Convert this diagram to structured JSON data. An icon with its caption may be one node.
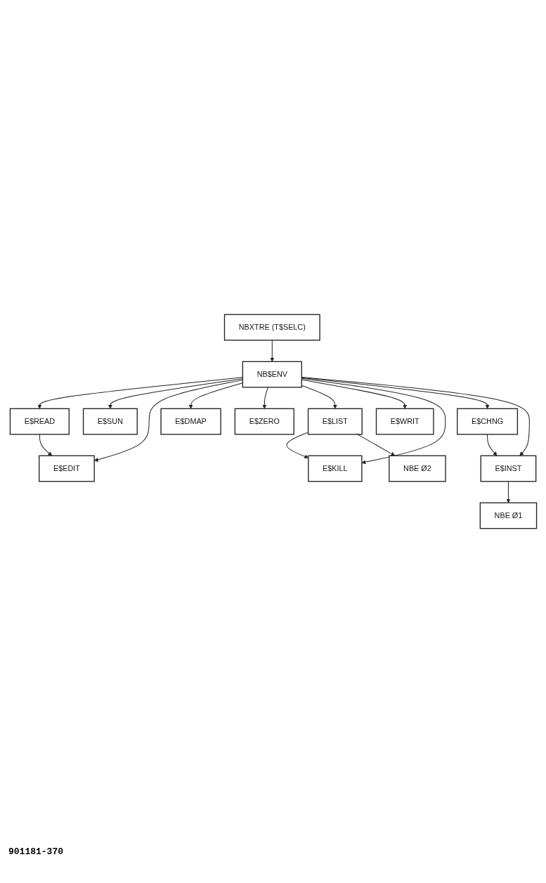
{
  "diagram": {
    "nodes": [
      {
        "text": [
          "NBXTRE (T$SELC)"
        ]
      },
      {
        "text": [
          "NB$ENV"
        ]
      },
      {
        "text": [
          "E$READ"
        ]
      },
      {
        "text": [
          "E$SUN"
        ]
      },
      {
        "text": [
          "E$EDIT"
        ]
      },
      {
        "text": [
          "E$DMAP"
        ]
      },
      {
        "text": [
          "E$ZERO"
        ]
      },
      {
        "text": [
          "E$LIST"
        ]
      },
      {
        "text": [
          "E$WRIT"
        ]
      },
      {
        "text": [
          "E$KILL"
        ]
      },
      {
        "text": [
          "E$CHNG"
        ]
      },
      {
        "text": [
          "E$INST"
        ]
      },
      {
        "text": [
          "NBE Ø1"
        ]
      },
      {
        "text": [
          "NBE Ø2"
        ]
      }
    ],
    "edges": [
      {
        "from": 0,
        "to": 1,
        "arrow": "to"
      },
      {
        "from": 1,
        "to": 2,
        "arrow": "to"
      },
      {
        "from": 1,
        "to": 3,
        "arrow": "to"
      },
      {
        "from": 2,
        "to": 4,
        "arrow": "to"
      },
      {
        "from": 1,
        "to": 4,
        "arrow": "to"
      },
      {
        "from": 1,
        "to": 5,
        "arrow": "to"
      },
      {
        "from": 1,
        "to": 6,
        "arrow": "to"
      },
      {
        "from": 1,
        "to": 7,
        "arrow": "to"
      },
      {
        "from": 1,
        "to": 8,
        "arrow": "to"
      },
      {
        "from": 1,
        "to": 9,
        "arrow": "to"
      },
      {
        "from": 1,
        "to": 10,
        "arrow": "to"
      },
      {
        "from": 1,
        "to": 11,
        "arrow": "to"
      },
      {
        "from": 10,
        "to": 11,
        "arrow": "to"
      },
      {
        "from": 7,
        "to": 9,
        "arrow": "to"
      },
      {
        "from": 11,
        "to": 12,
        "arrow": "to"
      },
      {
        "from": 7,
        "to": 13,
        "arrow": "to"
      }
    ],
    "labels": [
      "901181-370"
    ]
  }
}
